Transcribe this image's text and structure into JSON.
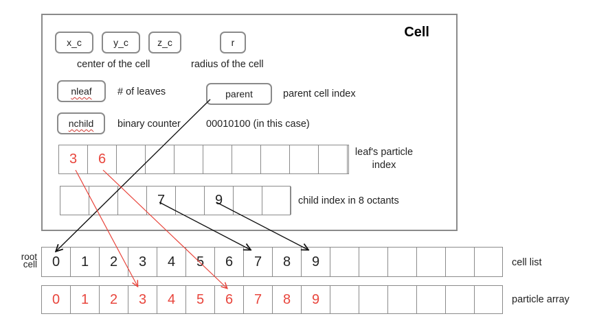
{
  "cell": {
    "title": "Cell",
    "fields": {
      "xc": "x_c",
      "yc": "y_c",
      "zc": "z_c",
      "r": "r",
      "nleaf": "nleaf",
      "parent": "parent",
      "nchild": "nchild"
    },
    "labels": {
      "center": "center of the cell",
      "radius": "radius of the cell",
      "leaves": "# of leaves",
      "parent": "parent cell index",
      "binary": "binary counter",
      "binary_value": "00010100 (in this case)",
      "leaf_particle_line1": "leaf's particle",
      "leaf_particle_line2": "index",
      "child_index": "child index in 8 octants"
    },
    "leaf_row": [
      "3",
      "6",
      "",
      "",
      "",
      "",
      "",
      "",
      "",
      "",
      ""
    ],
    "child_row": [
      "",
      "",
      "",
      "7",
      "",
      "9",
      "",
      "",
      ""
    ]
  },
  "cell_list": {
    "root_label_line1": "root",
    "root_label_line2": "cell",
    "values": [
      "0",
      "1",
      "2",
      "3",
      "4",
      "5",
      "6",
      "7",
      "8",
      "9",
      "",
      "",
      "",
      "",
      "",
      ""
    ],
    "label": "cell list"
  },
  "particle_array": {
    "values": [
      "0",
      "1",
      "2",
      "3",
      "4",
      "5",
      "6",
      "7",
      "8",
      "9",
      "",
      "",
      "",
      "",
      "",
      ""
    ],
    "label": "particle array"
  },
  "colors": {
    "red": "#e8453c",
    "border": "#8a8a8a",
    "arrow_black": "#111111"
  }
}
